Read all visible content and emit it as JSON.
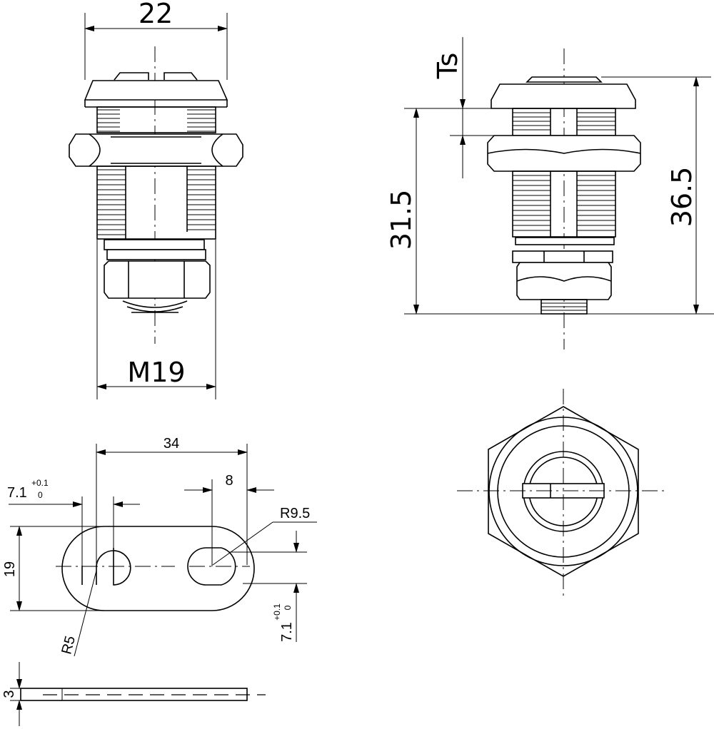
{
  "dimensions": {
    "top_width": "22",
    "thread": "M19",
    "ts": "Ts",
    "length_short": "31.5",
    "length_long": "36.5",
    "cam_length": "34",
    "slot_width": "8",
    "radius_large": "R9.5",
    "radius_small": "R5",
    "hole_left": "7.1",
    "hole_right": "7.1",
    "tol_upper": "+0.1",
    "tol_lower": "0",
    "cam_height": "19",
    "cam_thickness": "3"
  }
}
